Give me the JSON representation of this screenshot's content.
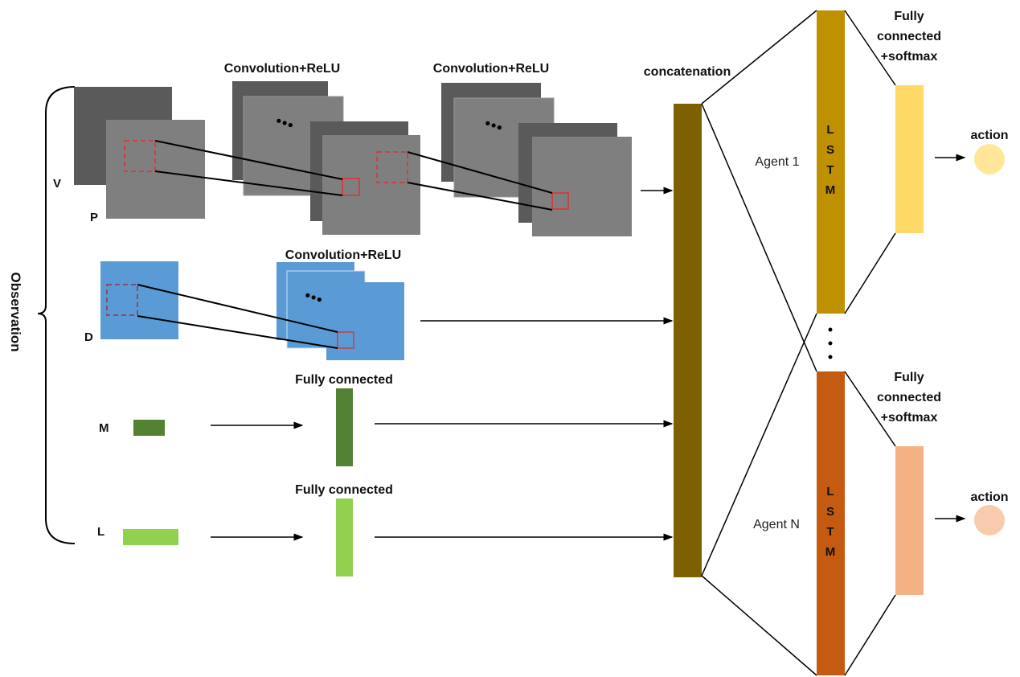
{
  "observation": {
    "title": "Observation",
    "inputs": [
      {
        "key": "V",
        "label": "V"
      },
      {
        "key": "P",
        "label": "P"
      },
      {
        "key": "D",
        "label": "D"
      },
      {
        "key": "M",
        "label": "M"
      },
      {
        "key": "L",
        "label": "L"
      }
    ]
  },
  "layers": {
    "conv1": "Convolution+ReLU",
    "conv2": "Convolution+ReLU",
    "conv_d": "Convolution+ReLU",
    "fc_m": "Fully connected",
    "fc_l": "Fully connected",
    "concat": "concatenation"
  },
  "agents": [
    {
      "name": "Agent 1",
      "lstm": [
        "L",
        "S",
        "T",
        "M"
      ],
      "fc": [
        "Fully",
        "connected",
        "+softmax"
      ],
      "output": "action"
    },
    {
      "name": "Agent N",
      "lstm": [
        "L",
        "S",
        "T",
        "M"
      ],
      "fc": [
        "Fully",
        "connected",
        "+softmax"
      ],
      "output": "action"
    }
  ],
  "ellipsis": "...",
  "colors": {
    "dark_gray": "#5a5a5a",
    "gray": "#7f7f7f",
    "blue": "#5b9bd5",
    "dark_green": "#548235",
    "light_green": "#92d050",
    "concat": "#7f6000",
    "lstm1": "#bf9000",
    "lstm2": "#c55a11",
    "fc1": "#ffd966",
    "fc2": "#f4b183",
    "action1": "#ffe699",
    "action2": "#f8cbad",
    "red": "#e03030"
  }
}
